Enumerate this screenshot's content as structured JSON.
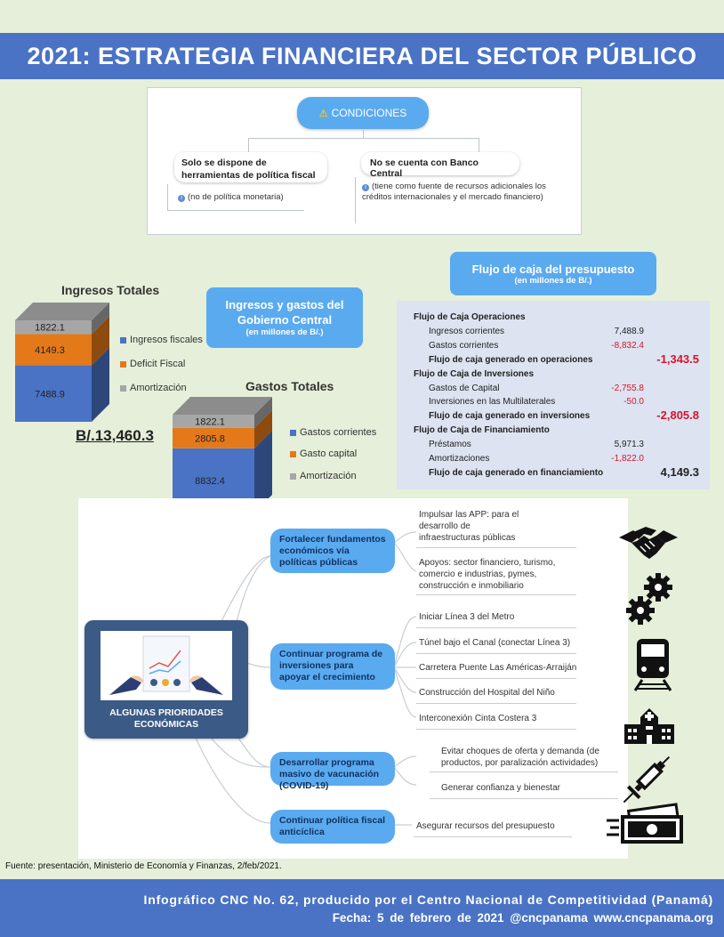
{
  "header": {
    "title": "2021: ESTRATEGIA FINANCIERA DEL SECTOR PÚBLICO"
  },
  "conditions": {
    "title": "CONDICIONES",
    "left": {
      "title": "Solo se dispone de herramientas de política fiscal",
      "note": "(no de política monetaria)"
    },
    "right": {
      "title": "No se cuenta con Banco Central",
      "note": "(tiene como fuente de recursos adicionales los créditos internacionales y el mercado financiero)"
    }
  },
  "center_label": {
    "title": "Ingresos y gastos del Gobierno Central",
    "unit": "(en millones de B/.)"
  },
  "ingresos": {
    "title": "Ingresos Totales",
    "segments": [
      {
        "label": "Ingresos fiscales",
        "value": "7488.9",
        "num": 7488.9,
        "color": "#4a73c5"
      },
      {
        "label": "Deficit Fiscal",
        "value": "4149.3",
        "num": 4149.3,
        "color": "#e4791a"
      },
      {
        "label": "Amortización",
        "value": "1822.1",
        "num": 1822.1,
        "color": "#a6a6a6"
      }
    ],
    "total": "B/.13,460.3"
  },
  "gastos": {
    "title": "Gastos Totales",
    "segments": [
      {
        "label": "Gastos corrientes",
        "value": "8832.4",
        "num": 8832.4,
        "color": "#4a73c5"
      },
      {
        "label": "Gasto capital",
        "value": "2805.8",
        "num": 2805.8,
        "color": "#e4791a"
      },
      {
        "label": "Amortización",
        "value": "1822.1",
        "num": 1822.1,
        "color": "#a6a6a6"
      }
    ]
  },
  "flujo": {
    "title": "Flujo de caja del presupuesto",
    "unit": "(en millones de B/.)",
    "rows": [
      {
        "label": "Flujo de Caja Operaciones",
        "value": "",
        "total": "",
        "kind": "section"
      },
      {
        "label": "Ingresos corrientes",
        "value": "7,488.9",
        "total": "",
        "kind": "item"
      },
      {
        "label": "Gastos corrientes",
        "value": "-8,832.4",
        "total": "",
        "kind": "item-neg"
      },
      {
        "label": "Flujo de caja generado en operaciones",
        "value": "",
        "total": "-1,343.5",
        "kind": "total-neg"
      },
      {
        "label": "Flujo de Caja de Inversiones",
        "value": "",
        "total": "",
        "kind": "section"
      },
      {
        "label": "Gastos de Capital",
        "value": "-2,755.8",
        "total": "",
        "kind": "item-neg"
      },
      {
        "label": "Inversiones en las Multilaterales",
        "value": "-50.0",
        "total": "",
        "kind": "item-neg"
      },
      {
        "label": "Flujo de caja generado en inversiones",
        "value": "",
        "total": "-2,805.8",
        "kind": "total-neg"
      },
      {
        "label": "Flujo de Caja de Financiamiento",
        "value": "",
        "total": "",
        "kind": "section"
      },
      {
        "label": "Préstamos",
        "value": "5,971.3",
        "total": "",
        "kind": "item"
      },
      {
        "label": "Amortizaciones",
        "value": "-1,822.0",
        "total": "",
        "kind": "item-neg"
      },
      {
        "label": "Flujo de caja generado en financiamiento",
        "value": "",
        "total": "4,149.3",
        "kind": "total"
      }
    ]
  },
  "mindmap": {
    "center_label": "ALGUNAS PRIORIDADES ECONÓMICAS",
    "branches": [
      {
        "label": "Fortalecer fundamentos económicos vía políticas públicas",
        "leaves": [
          "Impulsar las APP: para el desarrollo de infraestructuras públicas",
          "Apoyos: sector financiero, turismo, comercio e industrias, pymes, construcción e inmobiliario"
        ]
      },
      {
        "label": "Continuar programa de inversiones para apoyar el crecimiento",
        "leaves": [
          "Iniciar Línea 3 del Metro",
          "Túnel bajo el Canal (conectar Línea 3)",
          "Carretera Puente Las Américas-Arraiján",
          "Construcción del Hospital del Niño",
          "Interconexión Cinta Costera 3"
        ]
      },
      {
        "label": "Desarrollar programa masivo de vacunación (COVID-19)",
        "leaves": [
          "Evitar choques de oferta y demanda (de productos, por paralización actividades)",
          "Generar confianza y bienestar"
        ]
      },
      {
        "label": "Continuar política fiscal anticíclica",
        "leaves": [
          "Asegurar recursos del presupuesto"
        ]
      }
    ],
    "icons": [
      "handshake-icon",
      "gears-icon",
      "train-icon",
      "hospital-icon",
      "syringe-icon",
      "money-icon"
    ]
  },
  "source": "Fuente: presentación, Ministerio de Economía y Finanzas, 2/feb/2021.",
  "footer": {
    "line1": "Infográfico CNC No. 62, producido por el Centro Nacional de Competitividad (Panamá)",
    "line2": "Fecha: 5 de febrero de 2021   @cncpanama   www.cncpanama.org"
  }
}
